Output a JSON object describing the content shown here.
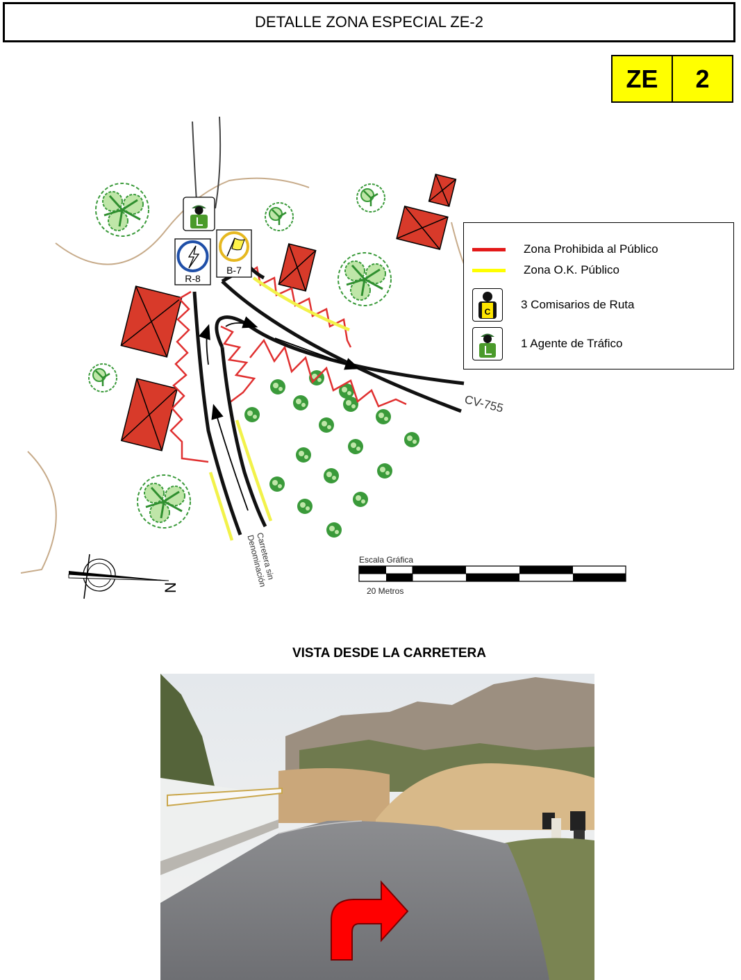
{
  "header": {
    "title": "DETALLE ZONA ESPECIAL ZE-2"
  },
  "badge": {
    "prefix": "ZE",
    "number": "2"
  },
  "map": {
    "road_label": "CV-755",
    "side_road_label": [
      "Carretera sin",
      "Denominación"
    ],
    "signs": [
      {
        "code": "R-8",
        "icon": "lightning-circle-icon"
      },
      {
        "code": "B-7",
        "icon": "flag-circle-icon"
      }
    ],
    "scale": {
      "title": "Escala Gráfica",
      "distance": "20 Metros"
    },
    "north_label": "N",
    "colors": {
      "prohibited": "#e03030",
      "ok_public": "#f2f24a",
      "building": "#d83a2a",
      "tree": "#2f8f2f"
    }
  },
  "legend": {
    "items": [
      {
        "kind": "line",
        "color": "#e31919",
        "label": "Zona Prohibida al Público"
      },
      {
        "kind": "line",
        "color": "#ffff00",
        "label": "Zona O.K. Público"
      },
      {
        "kind": "icon",
        "icon": "marshal-icon",
        "label": "3  Comisarios de Ruta"
      },
      {
        "kind": "icon",
        "icon": "traffic-agent-icon",
        "label": "1  Agente  de Tráfico"
      }
    ]
  },
  "vista": {
    "title": "VISTA DESDE LA CARRETERA"
  },
  "photo": {
    "arrow_color": "#ff0000"
  }
}
